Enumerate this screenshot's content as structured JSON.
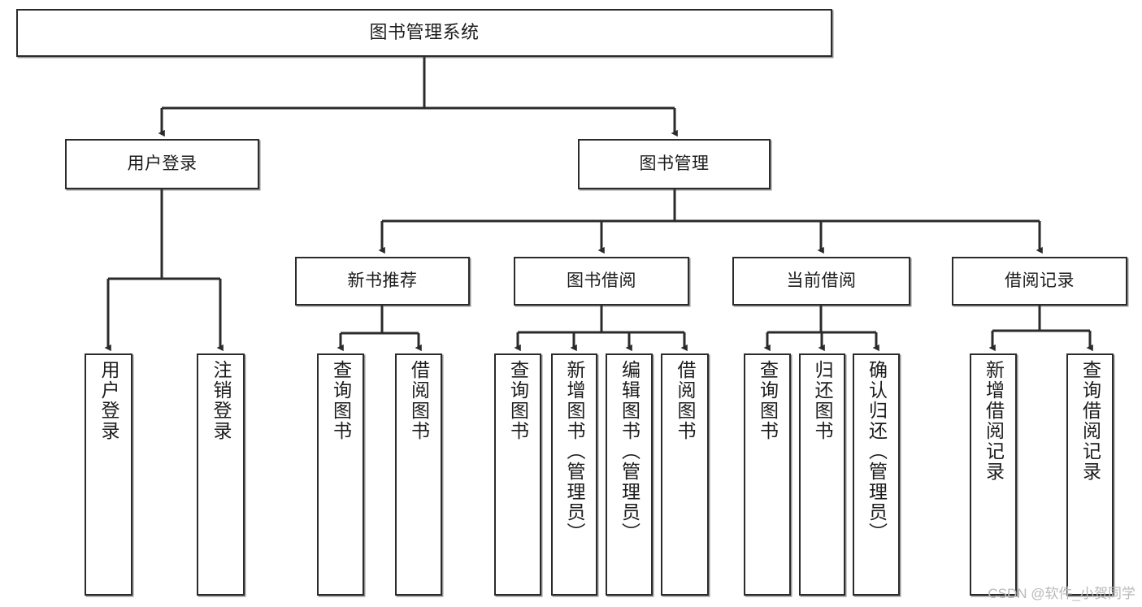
{
  "diagram": {
    "title": "图书管理系统",
    "type": "tree",
    "orientation": "top-down",
    "colors": {
      "box_border": "#2b2b2b",
      "box_fill": "#ffffff",
      "edge": "#2b2b2b",
      "text": "#1c1c1c",
      "watermark": "#b9b9b9"
    },
    "nodes": {
      "root": {
        "label": "图书管理系统"
      },
      "level2": [
        {
          "label": "用户登录"
        },
        {
          "label": "图书管理"
        }
      ],
      "level3": [
        {
          "label": "新书推荐"
        },
        {
          "label": "图书借阅"
        },
        {
          "label": "当前借阅"
        },
        {
          "label": "借阅记录"
        }
      ],
      "leaves_user_login": [
        {
          "label": "用户登录"
        },
        {
          "label": "注销登录"
        }
      ],
      "leaves_new_book": [
        {
          "label": "查询图书"
        },
        {
          "label": "借阅图书"
        }
      ],
      "leaves_borrow": [
        {
          "label": "查询图书"
        },
        {
          "label": "新增图书（管理员）"
        },
        {
          "label": "编辑图书（管理员）"
        },
        {
          "label": "借阅图书"
        }
      ],
      "leaves_current": [
        {
          "label": "查询图书"
        },
        {
          "label": "归还图书"
        },
        {
          "label": "确认归还（管理员）"
        }
      ],
      "leaves_records": [
        {
          "label": "新增借阅记录"
        },
        {
          "label": "查询借阅记录"
        }
      ]
    }
  },
  "watermark": {
    "text": "CSDN @软件_小贺同学"
  }
}
